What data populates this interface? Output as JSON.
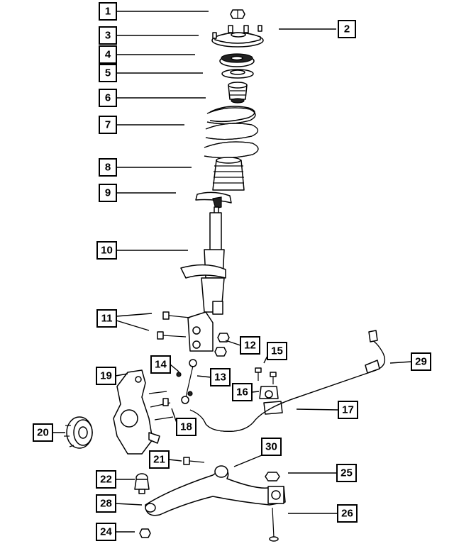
{
  "diagram": {
    "callouts": [
      {
        "id": "c1",
        "label": "1"
      },
      {
        "id": "c2",
        "label": "2"
      },
      {
        "id": "c3",
        "label": "3"
      },
      {
        "id": "c4",
        "label": "4"
      },
      {
        "id": "c5",
        "label": "5"
      },
      {
        "id": "c6",
        "label": "6"
      },
      {
        "id": "c7",
        "label": "7"
      },
      {
        "id": "c8",
        "label": "8"
      },
      {
        "id": "c9",
        "label": "9"
      },
      {
        "id": "c10",
        "label": "10"
      },
      {
        "id": "c11",
        "label": "11"
      },
      {
        "id": "c12",
        "label": "12"
      },
      {
        "id": "c13",
        "label": "13"
      },
      {
        "id": "c14",
        "label": "14"
      },
      {
        "id": "c15",
        "label": "15"
      },
      {
        "id": "c16",
        "label": "16"
      },
      {
        "id": "c17",
        "label": "17"
      },
      {
        "id": "c18",
        "label": "18"
      },
      {
        "id": "c19",
        "label": "19"
      },
      {
        "id": "c20",
        "label": "20"
      },
      {
        "id": "c21",
        "label": "21"
      },
      {
        "id": "c22",
        "label": "22"
      },
      {
        "id": "c24",
        "label": "24"
      },
      {
        "id": "c25",
        "label": "25"
      },
      {
        "id": "c26",
        "label": "26"
      },
      {
        "id": "c28",
        "label": "28"
      },
      {
        "id": "c29",
        "label": "29"
      },
      {
        "id": "c30",
        "label": "30"
      }
    ]
  }
}
